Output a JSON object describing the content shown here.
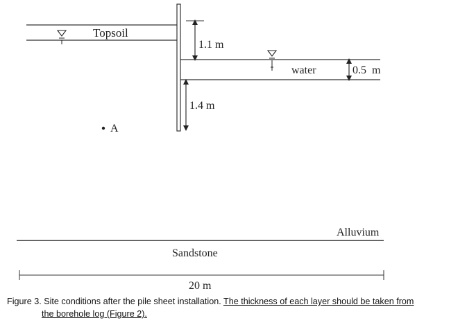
{
  "labels": {
    "topsoil": "Topsoil",
    "water": "water",
    "alluvium": "Alluvium",
    "sandstone": "Sandstone",
    "point_a": "A",
    "dim_upper": "1.1 m",
    "dim_lower": "1.4 m",
    "dim_water": "0.5  m",
    "dim_width": "20 m"
  },
  "caption": {
    "prefix": "Figure 3. Site conditions after the pile sheet installation. ",
    "underlined_a": "The thickness of each layer should be taken from",
    "underlined_b": "the borehole log (Figure 2)."
  },
  "colors": {
    "line": "#333333",
    "text": "#222222"
  }
}
